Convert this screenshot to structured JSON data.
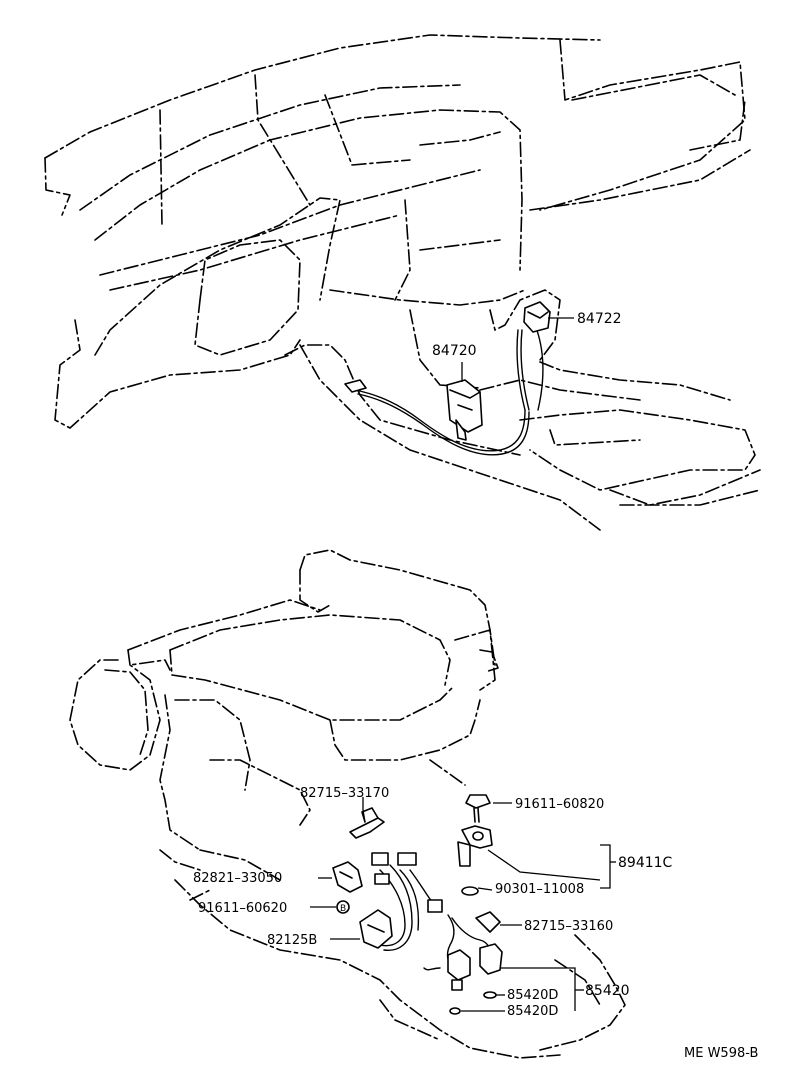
{
  "labels": {
    "p84722": "84722",
    "p84720": "84720",
    "p82715_33170": "82715–33170",
    "p91611_60820": "91611–60820",
    "p89411C": "89411C",
    "p90301_11008": "90301–11008",
    "p82821_33050": "82821–33050",
    "p91611_60620": "91611–60620",
    "p82715_33160": "82715–33160",
    "p82125B": "82125B",
    "p85420": "85420",
    "p85420D_1": "85420D",
    "p85420D_2": "85420D",
    "callout_B": "B"
  },
  "footer": {
    "code": "ME  W598-B"
  }
}
